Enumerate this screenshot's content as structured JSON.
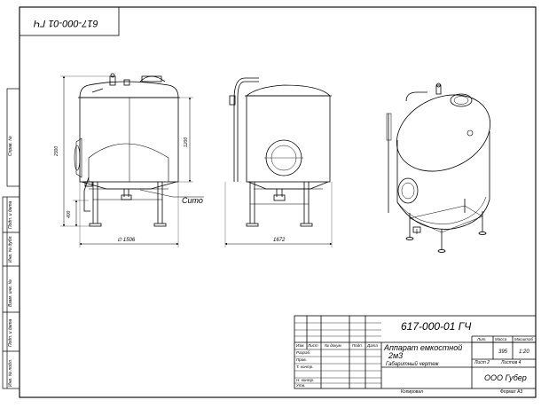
{
  "drawing": {
    "designation": "617-000-01 ГЧ",
    "designation_mirrored": "617-000-01 ГЧ",
    "title_line1": "Аппарат емкостной",
    "title_line2": "2м3",
    "subtitle": "Габаритный чертеж",
    "company": "ООО Губер",
    "mass": "395",
    "scale": "1:20",
    "sheet": "Лист 2",
    "sheets": "Листов 4",
    "copied_label": "Копировал",
    "format_label": "Формат А3"
  },
  "title_block_headers": {
    "izm": "Изм.",
    "list": "Лист",
    "ndoc": "№ докум.",
    "podp": "Подп.",
    "data": "Дата",
    "razrab": "Разраб.",
    "prov": "Пров.",
    "tkontr": "Т. контр.",
    "nkontr": "Н. контр.",
    "utv": "Утв.",
    "lit": "Лит.",
    "massa": "Масса",
    "masshtab": "Масштаб"
  },
  "side_stamp": {
    "sprav": "Справ. №",
    "podp_data_1": "Подп. и дата",
    "inv_dubl": "Инв. № дубл.",
    "vzam_inv": "Взам. инв. №",
    "podp_data_2": "Подп. и дата",
    "inv_podl": "Инв. № подл."
  },
  "dimensions": {
    "total_height": "2300",
    "shell_height": "1200",
    "leg_height": "400",
    "diameter": "∅ 1506",
    "length": "1672"
  },
  "callouts": {
    "strainer": "Сито"
  }
}
